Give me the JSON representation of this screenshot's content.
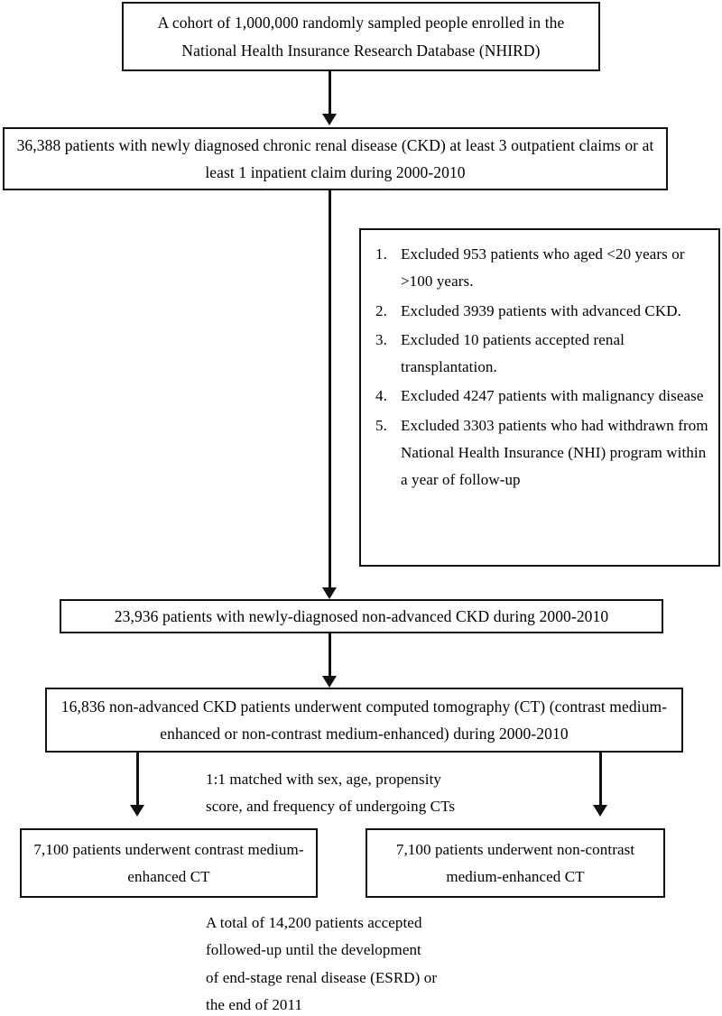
{
  "flowchart": {
    "nodes": {
      "cohort": "A cohort of 1,000,000 randomly sampled people enrolled in the National Health Insurance Research Database (NHIRD)",
      "ckd": "36,388 patients with newly diagnosed chronic renal disease (CKD) at least 3 outpatient claims or at least 1 inpatient claim during 2000-2010",
      "non_advanced": "23,936 patients with newly-diagnosed non-advanced CKD during 2000-2010",
      "ct": "16,836 non-advanced CKD patients underwent computed tomography (CT) (contrast medium-enhanced or non-contrast medium-enhanced) during 2000-2010",
      "contrast_arm": "7,100 patients underwent contrast medium-enhanced CT",
      "non_contrast_arm": "7,100 patients underwent non-contrast medium-enhanced CT"
    },
    "exclusions": [
      {
        "num": "1.",
        "text": "Excluded 953 patients who aged <20 years or >100 years."
      },
      {
        "num": "2.",
        "text": "Excluded 3939 patients with advanced CKD."
      },
      {
        "num": "3.",
        "text": "Excluded 10 patients accepted renal transplantation."
      },
      {
        "num": "4.",
        "text": "Excluded 4247 patients with malignancy disease"
      },
      {
        "num": "5.",
        "text": "Excluded 3303 patients who had withdrawn from National Health Insurance (NHI) program within a year of follow-up"
      }
    ],
    "annotations": {
      "matching": "1:1 matched with sex, age, propensity\nscore, and frequency of undergoing CTs",
      "total_followup": "A total of 14,200 patients accepted\nfollowed-up until the development\nof end-stage renal disease (ESRD) or\nthe end of 2011"
    },
    "colors": {
      "line": "#111111",
      "background": "#ffffff",
      "text": "#000000"
    }
  }
}
